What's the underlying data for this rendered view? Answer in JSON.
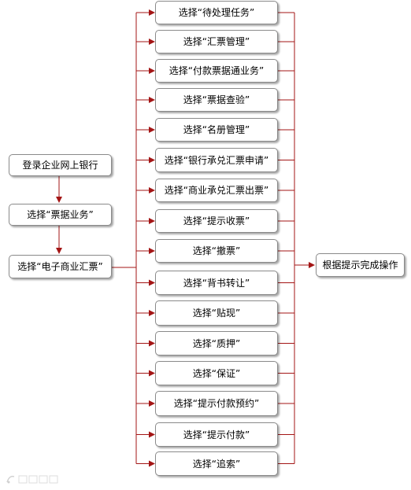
{
  "flow": {
    "left_steps": [
      "登录企业网上银行",
      "选择“票据业务”",
      "选择“电子商业汇票”"
    ],
    "options": [
      "选择“待处理任务”",
      "选择“汇票管理”",
      "选择“付款票据通业务”",
      "选择“票据查验”",
      "选择“名册管理”",
      "选择“银行承兑汇票申请”",
      "选择“商业承兑汇票出票”",
      "选择“提示收票”",
      "选择“撤票”",
      "选择“背书转让”",
      "选择“贴现”",
      "选择“质押”",
      "选择“保证”",
      "选择“提示付款预约”",
      "选择“提示付款”",
      "选择“追索”"
    ],
    "final_step": "根据提示完成操作"
  },
  "colors": {
    "connector": "#a31515",
    "box_border": "#8a8a8a"
  }
}
